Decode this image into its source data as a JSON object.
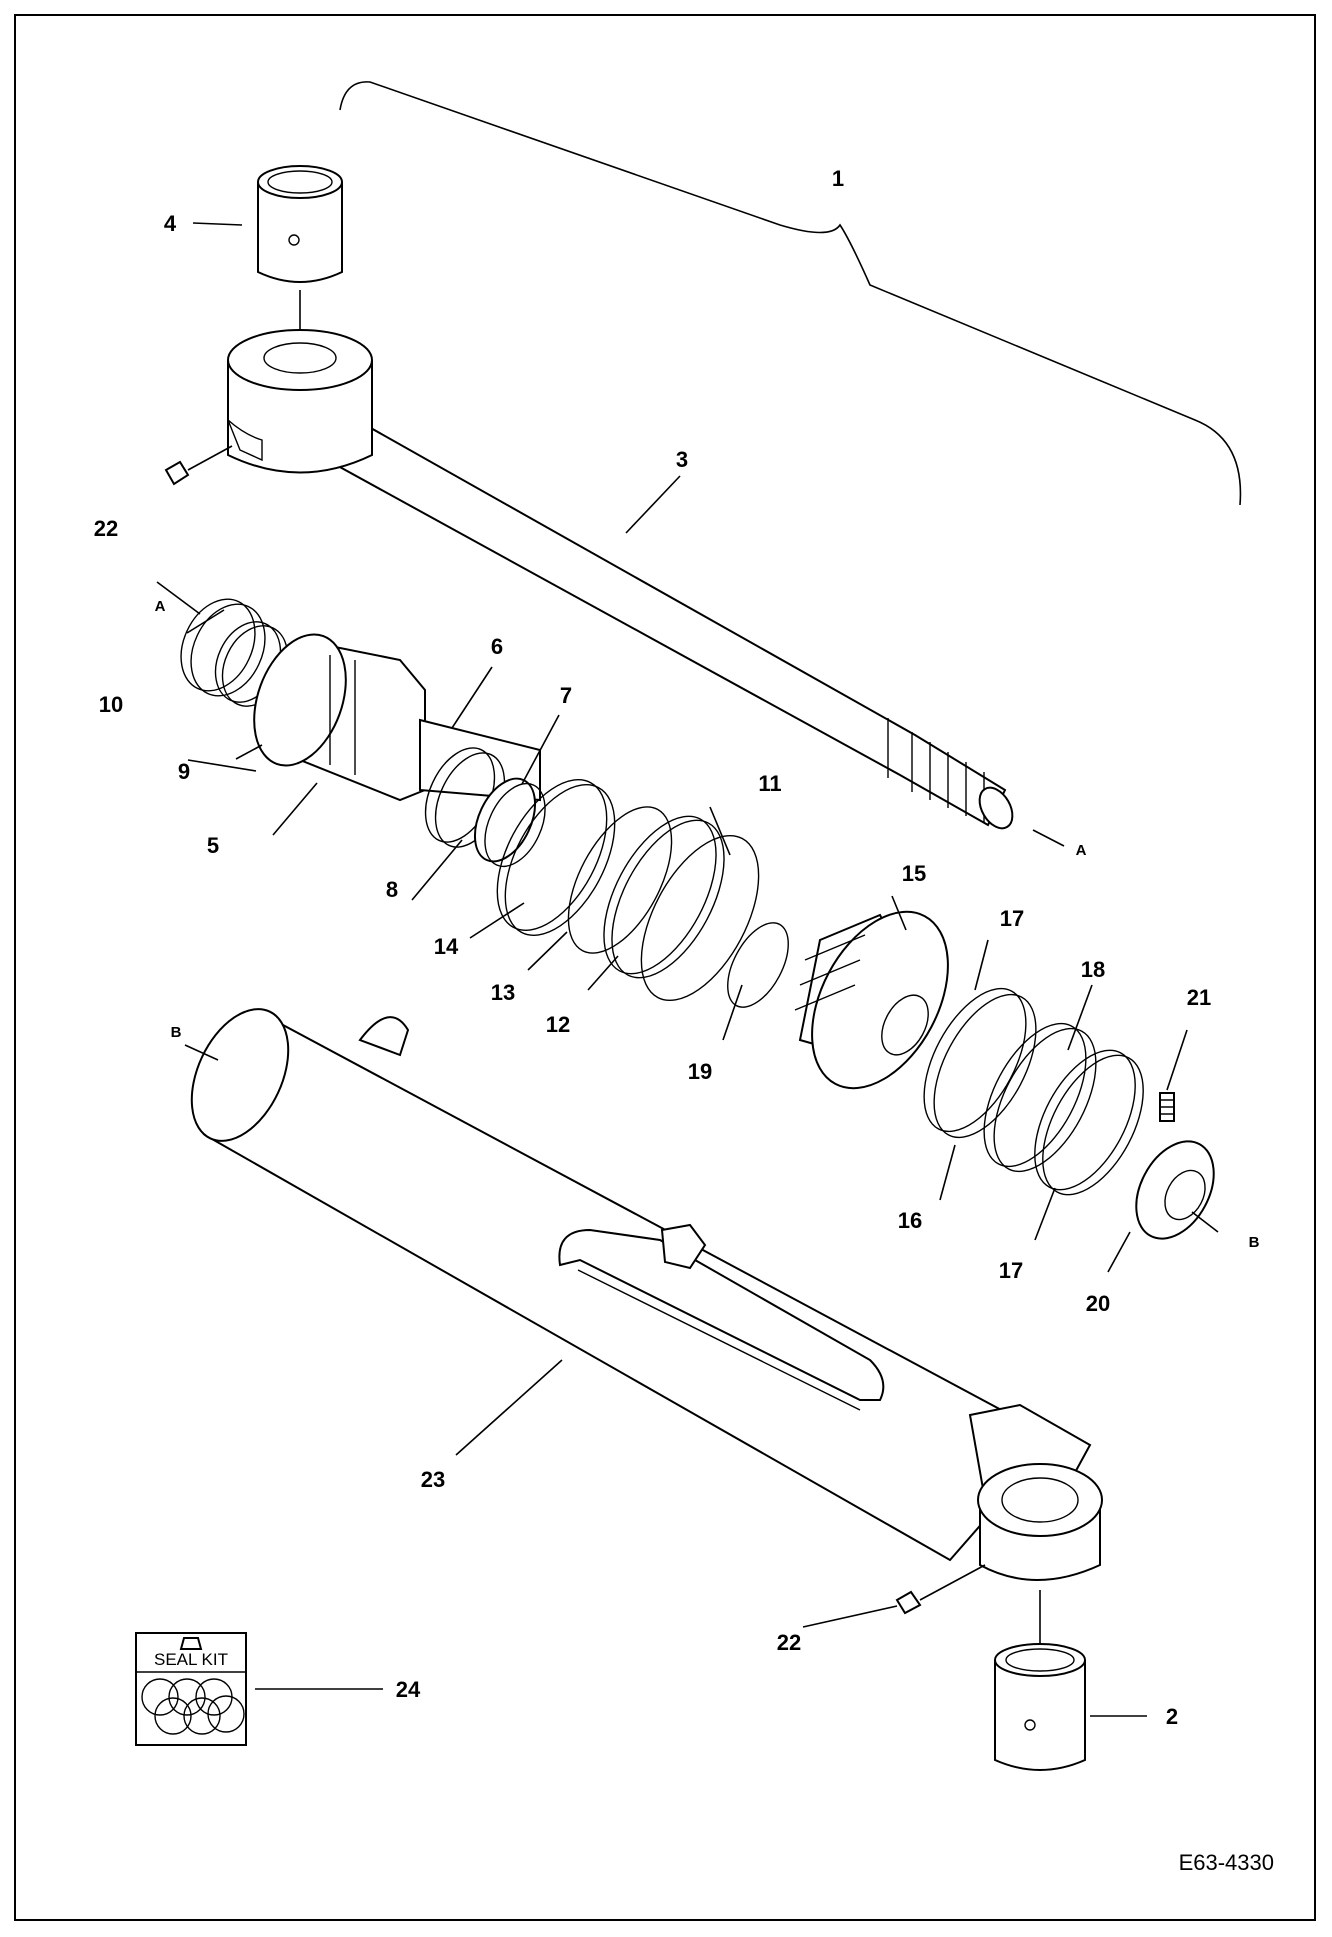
{
  "document_id": "E63-4330",
  "seal_kit_label": "SEAL KIT",
  "callouts": {
    "c1": "1",
    "c2": "2",
    "c3": "3",
    "c4": "4",
    "c5": "5",
    "c6": "6",
    "c7": "7",
    "c8": "8",
    "c9": "9",
    "c10": "10",
    "c11": "11",
    "c12": "12",
    "c13": "13",
    "c14": "14",
    "c15": "15",
    "c16": "16",
    "c17a": "17",
    "c17b": "17",
    "c18": "18",
    "c19": "19",
    "c20": "20",
    "c21": "21",
    "c22a": "22",
    "c22b": "22",
    "c23": "23",
    "c24": "24",
    "a1": "A",
    "a2": "A",
    "b1": "B",
    "b2": "B"
  }
}
